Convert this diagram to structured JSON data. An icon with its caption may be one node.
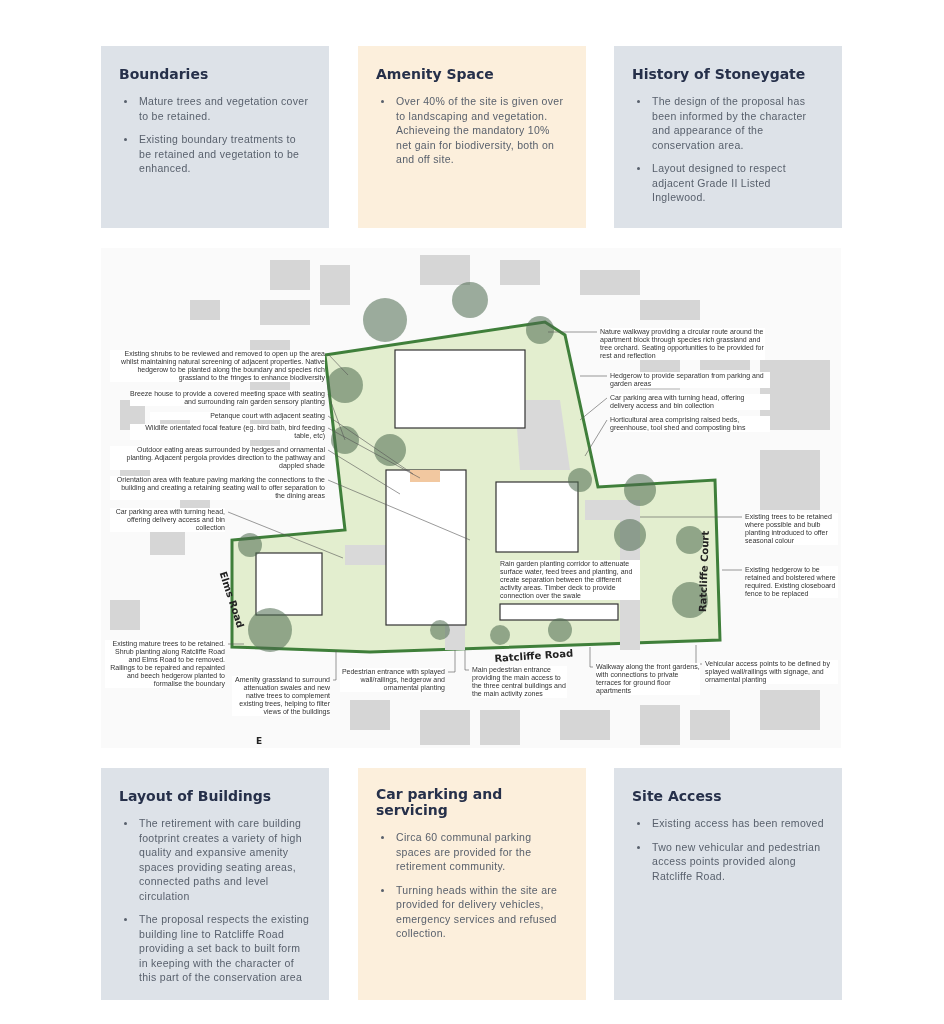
{
  "diagram": {
    "nodes": [
      {
        "text": [
          "Boundaries",
          "Mature trees and vegetation cover to be retained.",
          "Existing boundary treatments to be retained and vegetation to be enhanced."
        ]
      },
      {
        "text": [
          "Amenity Space",
          "Over 40% of the site is given over to landscaping and vegetation.  Achieveing the mandatory 10% net gain for biodiversity, both on and off site."
        ]
      },
      {
        "text": [
          "History of Stoneygate",
          "The design of the proposal has been informed by the character and appearance of the conservation area.",
          "Layout designed to respect adjacent Grade II Listed Inglewood."
        ]
      },
      {
        "text": [
          "Nature walkway providing a circular route around the apartment block through species rich grassland and tree orchard.  Seating opportunities to be provided for rest and reflection"
        ]
      },
      {
        "text": [
          "Existing shrubs to be reviewed and removed to open up the area whilst maintaining natural screening of adjacent properties.  Native hedgerow to be planted along the boundary and species rich grassland to the fringes to enhance biodiversity"
        ]
      },
      {
        "text": [
          "Hedgerow to provide separation from parking and garden areas"
        ]
      },
      {
        "text": [
          "Car parking area with turning head, offering delivery access and bin collection"
        ]
      },
      {
        "text": [
          "Breeze house to provide a covered meeting space with seating and surrounding rain garden sensory planting"
        ]
      },
      {
        "text": [
          "Horticultural area comprising raised beds, greenhouse, tool shed and composting bins"
        ]
      },
      {
        "text": [
          "Petanque court with adjacent seating"
        ]
      },
      {
        "text": [
          "Wildlife orientated focal feature (eg. bird bath, bird feeding table, etc)"
        ]
      },
      {
        "text": [
          "Outdoor eating areas surrounded by hedges and ornamental planting.  Adjacent pergola provides direction to the pathway and dappled shade"
        ]
      },
      {
        "text": [
          "Orientation area with feature paving marking the connections to the building and creating a retaining seating wall to offer separation to the dining areas"
        ]
      },
      {
        "text": [
          "Existing trees to be retained where possible and bulb planting introduced to offer seasonal colour"
        ]
      },
      {
        "text": [
          "Car parking area with turning head, offering delivery access and bin collection"
        ]
      },
      {
        "text": [
          "Existing hedgerow to be retained and bolstered where required.  Existing closeboard fence to be replaced"
        ]
      },
      {
        "text": [
          "Existing mature trees to be retained.  Shrub planting along Ratcliffe Road and Elms Road to be removed.  Railings to be repaired and repainted and beech hedgerow planted to formalise the boundary"
        ]
      },
      {
        "text": [
          "Vehicular access points to be defined by splayed wall/railings with signage, and ornamental planting"
        ]
      },
      {
        "text": [
          "Walkway along the front gardens, with connections to private terraces for ground floor apartments"
        ]
      },
      {
        "text": [
          "Main pedestrian entrance providing the main access to the three central buildings and the main activity zones"
        ]
      },
      {
        "text": [
          "Pedestrian entrance with splayed wall/railings, hedgerow and ornamental planting"
        ]
      },
      {
        "text": [
          "Amenity grassland to surround attenuation swales and new native trees to complement existing trees, helping to filter views of the buildings"
        ]
      },
      {
        "text": [
          "Layout of Buildings",
          "The retirement with care building footprint creates a variety of high quality and expansive amenity spaces providing seating areas, connected paths and level circulation",
          "The proposal respects the existing building line to Ratcliffe Road providing a set back to built form in keeping with the character of this part of the conservation area"
        ]
      },
      {
        "text": [
          "Car parking and servicing",
          "Circa 60 communal parking spaces are provided for the retirement community.",
          "Turning heads within the site are provided for delivery vehicles, emergency services and refused collection."
        ]
      },
      {
        "text": [
          "Site Access",
          "Existing access has been removed",
          "Two new vehicular and pedestrian access points provided along Ratcliffe Road."
        ]
      }
    ],
    "edges": [
      {
        "from": 3,
        "to": null,
        "arrow": "none"
      },
      {
        "from": 4,
        "to": null,
        "arrow": "none"
      },
      {
        "from": 5,
        "to": null,
        "arrow": "none"
      },
      {
        "from": 6,
        "to": null,
        "arrow": "none"
      },
      {
        "from": 7,
        "to": null,
        "arrow": "none"
      },
      {
        "from": 8,
        "to": null,
        "arrow": "none"
      },
      {
        "from": 9,
        "to": null,
        "arrow": "none"
      },
      {
        "from": 10,
        "to": null,
        "arrow": "none"
      },
      {
        "from": 11,
        "to": null,
        "arrow": "none"
      },
      {
        "from": 12,
        "to": null,
        "arrow": "none"
      },
      {
        "from": 13,
        "to": null,
        "arrow": "none"
      },
      {
        "from": 14,
        "to": null,
        "arrow": "none"
      },
      {
        "from": 15,
        "to": null,
        "arrow": "none"
      },
      {
        "from": 16,
        "to": null,
        "arrow": "none"
      },
      {
        "from": 17,
        "to": null,
        "arrow": "none"
      },
      {
        "from": 18,
        "to": null,
        "arrow": "none"
      },
      {
        "from": 19,
        "to": null,
        "arrow": "none"
      },
      {
        "from": 20,
        "to": null,
        "arrow": "none"
      },
      {
        "from": 21,
        "to": null,
        "arrow": "none"
      }
    ],
    "labels": [
      "Ratcliffe Court",
      "Rain garden planting corridor to attenuate surface water, feed trees and planting, and create separation between the different activity areas.  Timber deck to provide connection over the swale",
      "Elms Road",
      "Ratcliffe Road",
      "E"
    ]
  }
}
